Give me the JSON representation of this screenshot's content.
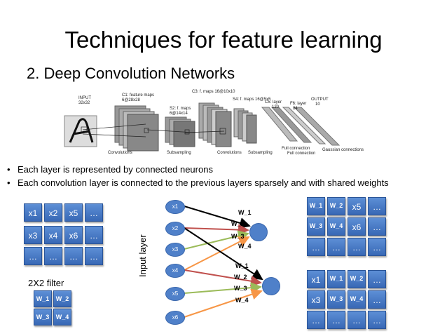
{
  "title": "Techniques for feature learning",
  "subtitle": "2. Deep Convolution Networks",
  "architecture": {
    "input_label": "INPUT",
    "input_size": "32x32",
    "c1_label": "C1: feature maps",
    "c1_size": "6@28x28",
    "c3_label": "C3: f. maps 16@10x10",
    "s4_label": "S4: f. maps 16@5x5",
    "s2_label": "S2: f. maps",
    "s2_size": "6@14x14",
    "c5_label": "C5: layer",
    "c5_size": "120",
    "f6_label": "F6: layer",
    "f6_size": "84",
    "output_label": "OUTPUT",
    "output_size": "10",
    "bottom_convolutions_1": "Convolutions",
    "bottom_subsampling_1": "Subsampling",
    "bottom_convolutions_2": "Convolutions",
    "bottom_subsampling_2": "Subsampling",
    "bottom_full_connection_1": "Full connection",
    "bottom_full_connection_2": "Full connection",
    "bottom_gaussian": "Gaussian connections"
  },
  "bullets": [
    "Each layer is represented by connected neurons",
    "Each convolution layer is connected to the previous layers sparsely and with shared weights"
  ],
  "input_grid": [
    [
      "x1",
      "x2",
      "x5",
      "…"
    ],
    [
      "x3",
      "x4",
      "x6",
      "…"
    ],
    [
      "…",
      "…",
      "…",
      "…"
    ]
  ],
  "filter_label": "2X2 filter",
  "filter_grid": [
    [
      "W_1",
      "W_2"
    ],
    [
      "W_3",
      "W_4"
    ]
  ],
  "input_layer_label": "Input layer",
  "nodes": [
    "x1",
    "x2",
    "x3",
    "x4",
    "x5",
    "x6"
  ],
  "weights_top": [
    "W_1",
    "W_2",
    "W_3",
    "W_4"
  ],
  "weights_bottom": [
    "W_1",
    "W_2",
    "W_3",
    "W_4"
  ],
  "grid_top_right": [
    [
      "W_1",
      "W_2",
      "x5",
      "…"
    ],
    [
      "W_3",
      "W_4",
      "x6",
      "…"
    ],
    [
      "…",
      "…",
      "…",
      "…"
    ]
  ],
  "grid_bottom_right": [
    [
      "x1",
      "W_1",
      "W_2",
      "…"
    ],
    [
      "x3",
      "W_3",
      "W_4",
      "…"
    ],
    [
      "…",
      "…",
      "…",
      "…"
    ]
  ],
  "colors": {
    "cell": "#4a7cc6",
    "arrow_black": "#000000",
    "arrow_red": "#c0504d",
    "arrow_green": "#9bbb59",
    "arrow_orange": "#f79646"
  }
}
